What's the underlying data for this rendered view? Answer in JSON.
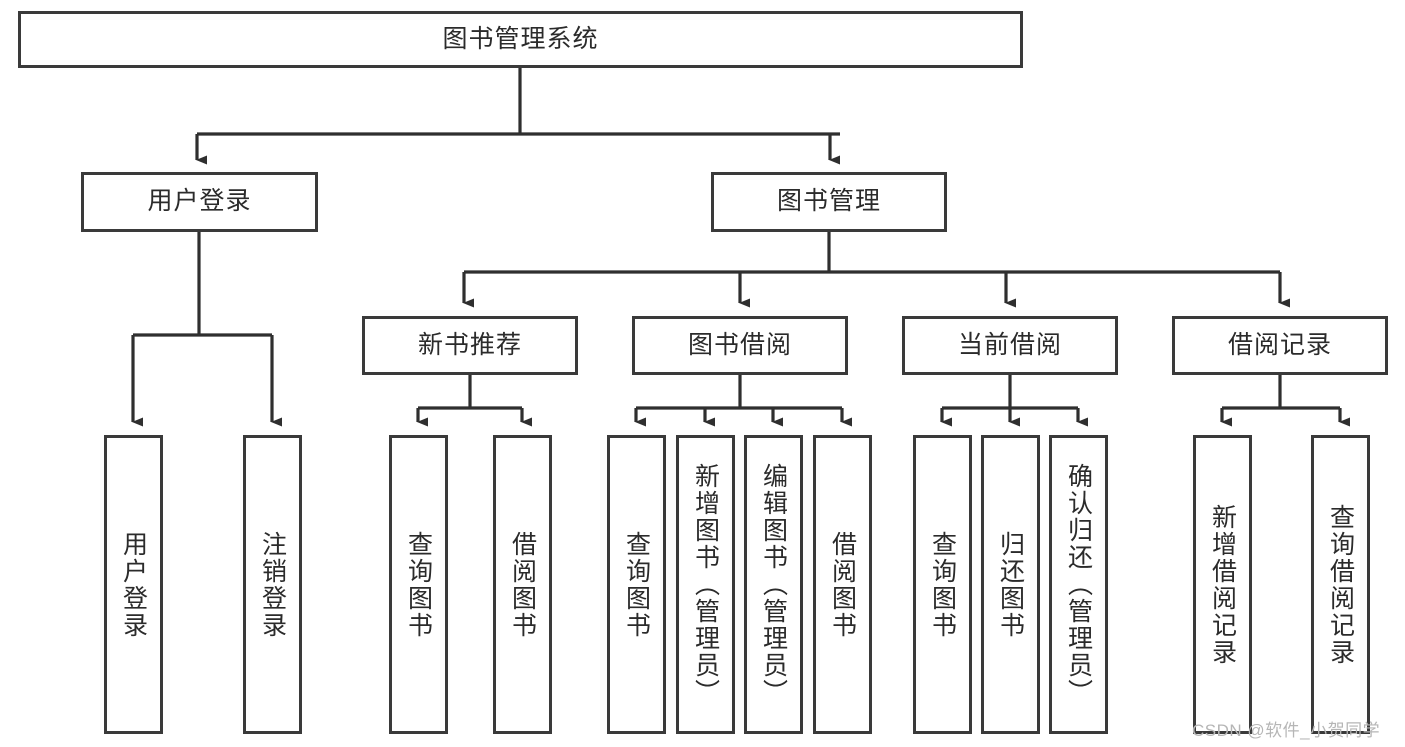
{
  "diagram": {
    "title": "图书管理系统",
    "watermark": "CSDN @软件_小贺同学",
    "colors": {
      "box_border": "#3a3a3a",
      "box_fill": "#ffffff",
      "connector": "#2f2f2f",
      "text": "#2b2b2b",
      "watermark": "#b6b6b6"
    },
    "root": {
      "label": "图书管理系统"
    },
    "level2": [
      {
        "label": "用户登录"
      },
      {
        "label": "图书管理"
      }
    ],
    "level3": [
      {
        "label": "新书推荐"
      },
      {
        "label": "图书借阅"
      },
      {
        "label": "当前借阅"
      },
      {
        "label": "借阅记录"
      }
    ],
    "leaves": {
      "user_login": [
        {
          "label": "用户登录"
        },
        {
          "label": "注销登录"
        }
      ],
      "new_book": [
        {
          "label": "查询图书"
        },
        {
          "label": "借阅图书"
        }
      ],
      "book_borrow": [
        {
          "label": "查询图书"
        },
        {
          "label": "新增图书（管理员）"
        },
        {
          "label": "编辑图书（管理员）"
        },
        {
          "label": "借阅图书"
        }
      ],
      "current_borrow": [
        {
          "label": "查询图书"
        },
        {
          "label": "归还图书"
        },
        {
          "label": "确认归还（管理员）"
        }
      ],
      "borrow_record": [
        {
          "label": "新增借阅记录"
        },
        {
          "label": "查询借阅记录"
        }
      ]
    }
  }
}
